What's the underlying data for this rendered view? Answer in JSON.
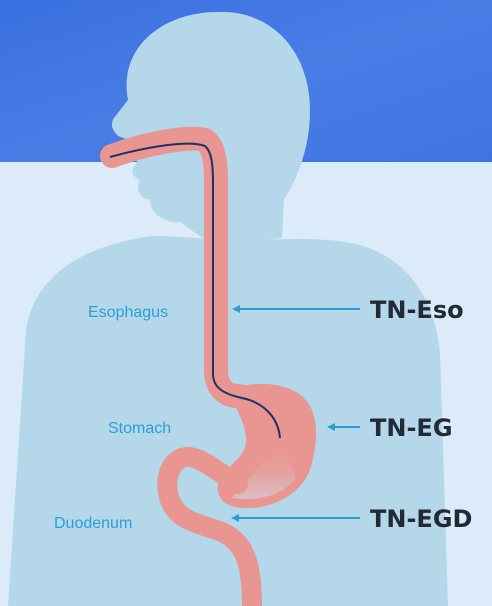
{
  "diagram": {
    "labels": {
      "esophagus": "Esophagus",
      "stomach": "Stomach",
      "duodenum": "Duodenum"
    },
    "devices": {
      "eso": "TN-Eso",
      "eg": "TN-EG",
      "egd": "TN-EGD"
    }
  },
  "colors": {
    "top_band": "#3f74e0",
    "background": "#dcebfa",
    "body": "#b4d8ea",
    "tract": "#e99591",
    "tube": "#1d3264",
    "arrow": "#2a9fd6",
    "organ_label": "#2a9fd6",
    "device_label": "#222a35"
  }
}
